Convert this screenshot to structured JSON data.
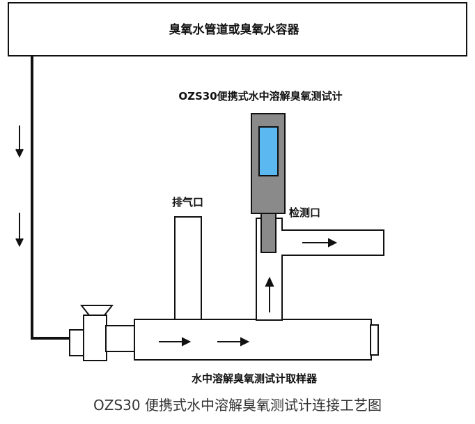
{
  "labels": {
    "container": "臭氧水管道或臭氧水容器",
    "meter": "OZS30便携式水中溶解臭氧测试计",
    "vent": "排气口",
    "detection_port": "检测口",
    "sampler": "水中溶解臭氧测试计取样器"
  },
  "caption": "OZS30 便携式水中溶解臭氧测试计连接工艺图",
  "colors": {
    "line": "#111111",
    "meter_body": "#8a8a8a",
    "meter_screen": "#5bb8f0",
    "background": "#ffffff"
  },
  "icons": [
    "flow-arrow-icon",
    "funnel-valve-icon"
  ]
}
